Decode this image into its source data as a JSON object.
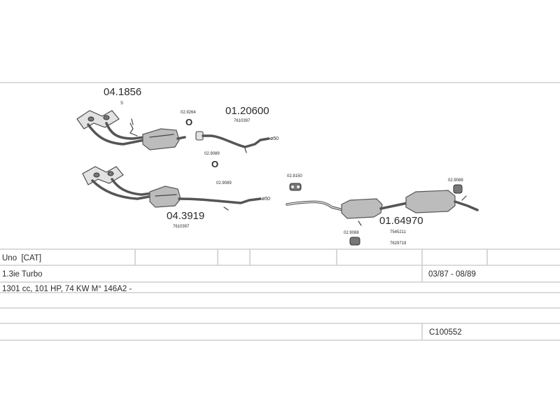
{
  "parts": {
    "front_pipe_1": {
      "number": "04.1856",
      "suffix": "S"
    },
    "gasket_1": {
      "number": "02.9264",
      "symbol": "O"
    },
    "middle_pipe": {
      "number": "01.20600",
      "oe": "7610397",
      "diameter": "ø50"
    },
    "gasket_2": {
      "number": "02.9089",
      "symbol": "O"
    },
    "front_pipe_2": {
      "number": "04.3919",
      "oe": "7610397"
    },
    "gasket_3": {
      "number": "02.9089"
    },
    "rear_pipe_diameter": "ø50",
    "hanger_1": {
      "number": "02.8150"
    },
    "rear_silencer": {
      "number": "01.64970",
      "oe_1": "7545211",
      "oe_2": "7629719"
    },
    "hanger_2": {
      "number": "02.9088"
    },
    "hanger_3": {
      "number": "02.9088"
    }
  },
  "table": {
    "model": "Uno  [CAT]",
    "engine": "1.3ie Turbo",
    "period": "03/87 - 08/89",
    "spec": "1301 cc, 101 HP, 74 KW M° 146A2 -",
    "code": "C100552"
  }
}
